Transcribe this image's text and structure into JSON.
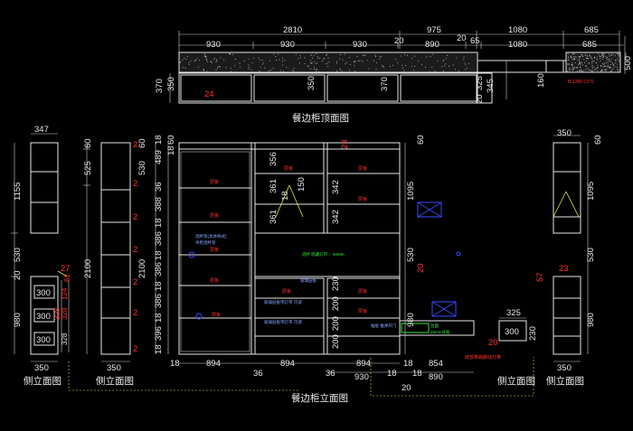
{
  "captions": {
    "top_view": "餐边柜顶面图",
    "elevation": "餐边柜立面图",
    "side_1": "侧立面图",
    "side_2": "侧立面图",
    "side_3": "侧立面图",
    "side_4": "侧立面图"
  },
  "top_dims": {
    "overall": "2810",
    "d975": "975",
    "d1080a": "1080",
    "d685a": "685",
    "s930a": "930",
    "s930b": "930",
    "s930c": "930",
    "s20a": "20",
    "s890": "890",
    "s20b": "20",
    "s65": "65",
    "s1080b": "1080",
    "s685b": "685",
    "d500": "500",
    "d370": "370",
    "d350": "350",
    "d350b": "350",
    "d370b": "370",
    "d20": "20",
    "d325": "325",
    "d345": "345",
    "d160": "160",
    "d24": "24",
    "note": "B:1280-1370"
  },
  "left_side_dims": {
    "w347": "347",
    "h1155": "1155",
    "h530": "530",
    "h20": "20",
    "h980": "980",
    "w350": "350",
    "h27": "27",
    "h62": "62",
    "c300a": "300",
    "c300b": "300",
    "c300c": "300",
    "v124": "124",
    "v328a": "328",
    "v328b": "328",
    "v328c": "328"
  },
  "tall_side_dims": {
    "h60": "60",
    "h525": "525",
    "h2100": "2100",
    "w350": "350",
    "n2a": "2",
    "n2b": "2",
    "n2c": "2",
    "n2d": "2",
    "n2e": "2",
    "n2f": "2",
    "n2g": "2"
  },
  "elev_left_dims": {
    "h60": "60",
    "h530": "530",
    "h2100": "2100",
    "h18a": "18",
    "h18b": "18",
    "h18c": "18",
    "h18d": "18",
    "h18e": "18",
    "h18f": "18",
    "h489": "489",
    "h36": "36",
    "h388": "388",
    "h386a": "386",
    "h386b": "386",
    "h386c": "386",
    "h396": "396",
    "h18g": "18",
    "h60b": "60"
  },
  "elev_mid_dims": {
    "v356": "356",
    "v361a": "361",
    "v18": "18",
    "v150": "150",
    "v361b": "361",
    "v342a": "342",
    "v342b": "342",
    "v23": "23",
    "v1095": "1095",
    "v60": "60",
    "v530": "530",
    "v20": "20",
    "v230": "230",
    "v200a": "200",
    "v200b": "200",
    "v200c": "200",
    "v980": "980"
  },
  "bottom_dims": {
    "b18a": "18",
    "b894a": "894",
    "b894b": "894",
    "b36a": "36",
    "b36b": "36",
    "b894c": "894",
    "b18b": "18",
    "b854": "854",
    "b930": "930",
    "b18c": "18",
    "b18d": "18",
    "b890": "890",
    "b20": "20"
  },
  "right_parts": {
    "d325": "325",
    "d300": "300",
    "d230": "230",
    "d20": "20",
    "d350a": "350",
    "d60": "60",
    "d1095": "1095",
    "d530": "530",
    "d57": "57",
    "d23": "23",
    "d980": "980",
    "d350b": "350"
  },
  "annotations": {
    "red_tags": [
      "层板",
      "层板",
      "层板",
      "层板",
      "层板",
      "层板",
      "层板",
      "层板",
      "层板",
      "层板",
      "层板"
    ],
    "blue_note_1": "酒杯架(具体样式)",
    "blue_note_2": "吊柜酒杯架",
    "green_note": "酒杯 暗藏灯带 ：6000K",
    "shelf_notes": [
      "玻璃层板",
      "玻璃层板带灯带 可调",
      "玻璃层板带灯带 可调"
    ],
    "drawer_note": "抽屉 推弹开门",
    "green_note_2": "台面",
    "green_note_3": "25mm背板",
    "red_note_bottom": "底部带踢脚线灯带"
  }
}
